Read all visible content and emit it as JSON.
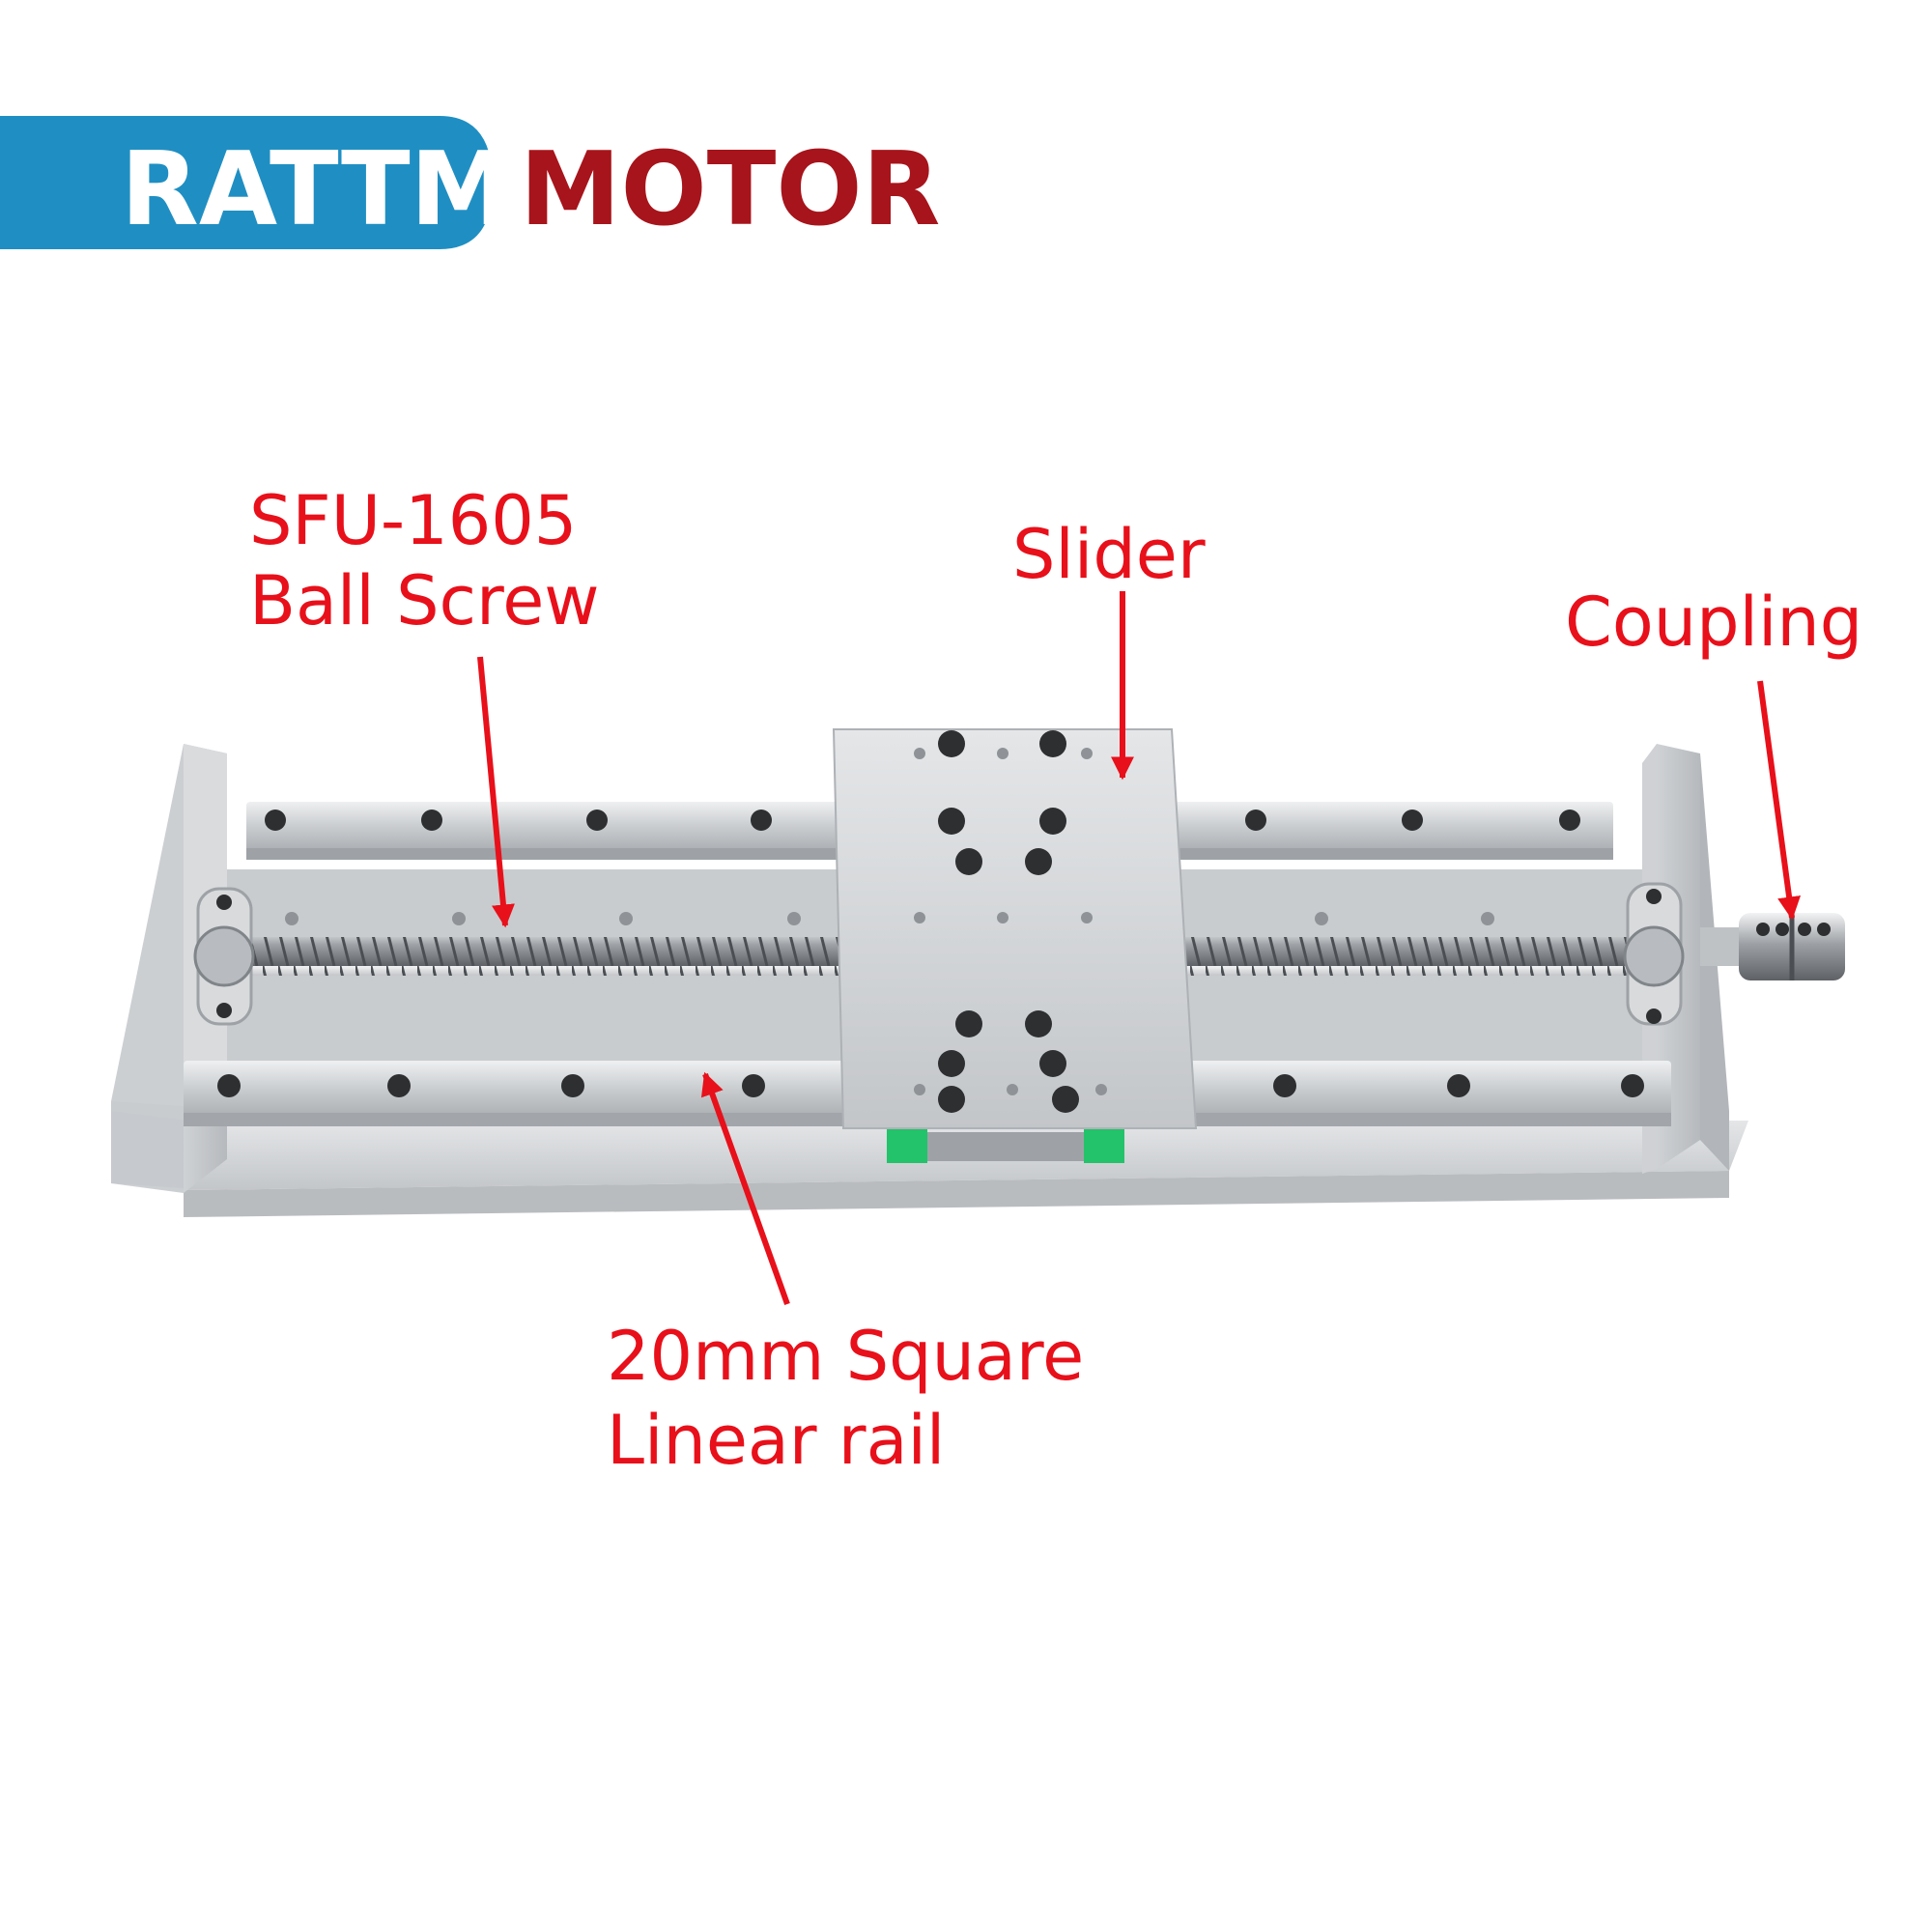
{
  "brand": {
    "left_word": "RATTM",
    "right_word": "MOTOR",
    "colors": {
      "badge": "#1f8fc3",
      "left_text": "#ffffff",
      "right_text": "#a7141b"
    }
  },
  "labels": {
    "ball_screw": {
      "line1": "SFU-1605",
      "line2": "Ball Screw"
    },
    "slider": {
      "line1": "Slider"
    },
    "coupling": {
      "line1": "Coupling"
    },
    "linear_rail": {
      "line1": "20mm Square",
      "line2": "Linear rail"
    }
  },
  "colors": {
    "annotation": "#e8101a",
    "aluminum": "#d4d6d8",
    "bearing_block": "#22c36a"
  }
}
